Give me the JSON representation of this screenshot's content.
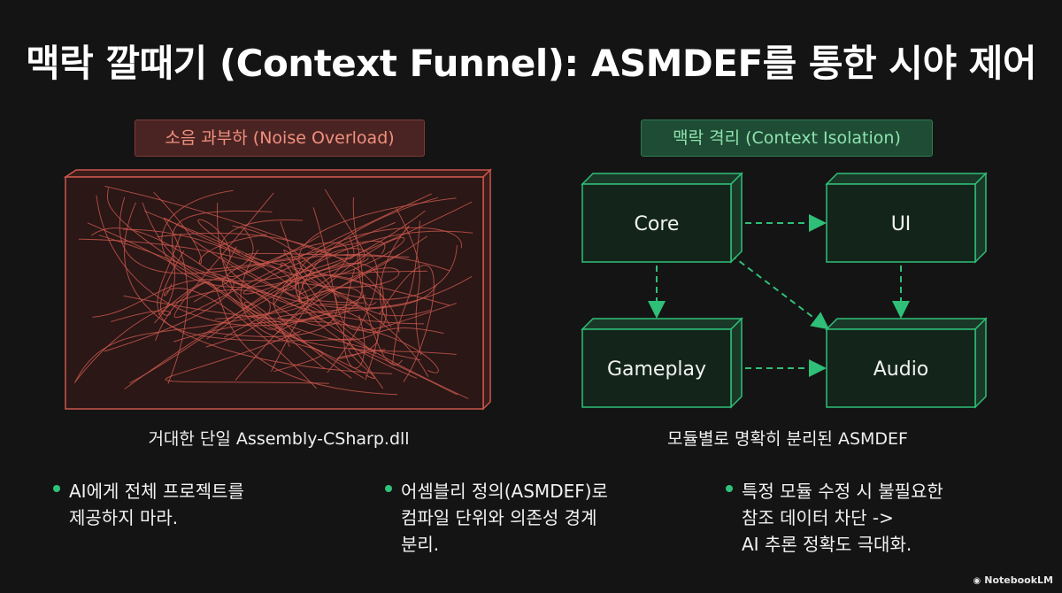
{
  "title": "맥락 깔때기 (Context Funnel): ASMDEF를 통한 시야 제어",
  "left_panel": {
    "label": "소음 과부하 (Noise Overload)",
    "caption": "거대한 단일 Assembly-CSharp.dll",
    "colors": {
      "stroke": "#c9574c",
      "fill": "#2a1716",
      "face": "#3a1c1a"
    }
  },
  "right_panel": {
    "label": "맥락 격리 (Context Isolation)",
    "caption": "모듈별로 명확히 분리된 ASMDEF",
    "colors": {
      "stroke": "#2fbf78",
      "fill": "#13251b",
      "face": "#1a3827"
    },
    "modules": [
      {
        "id": "core",
        "label": "Core"
      },
      {
        "id": "ui",
        "label": "UI"
      },
      {
        "id": "gameplay",
        "label": "Gameplay"
      },
      {
        "id": "audio",
        "label": "Audio"
      }
    ],
    "dependencies": [
      {
        "from": "core",
        "to": "ui"
      },
      {
        "from": "core",
        "to": "gameplay"
      },
      {
        "from": "core",
        "to": "audio"
      },
      {
        "from": "ui",
        "to": "audio"
      },
      {
        "from": "gameplay",
        "to": "audio"
      }
    ]
  },
  "bullets": [
    {
      "text": "AI에게 전체 프로젝트를\n제공하지 마라."
    },
    {
      "text": "어셈블리 정의(ASMDEF)로\n컴파일 단위와 의존성 경계\n분리."
    },
    {
      "text": "특정 모듈 수정 시 불필요한\n참조 데이터 차단 ->\nAI 추론 정확도 극대화."
    }
  ],
  "bullet_color": "#2fc37a",
  "brand": {
    "name": "NotebookLM",
    "icon": "notebooklm-logo-icon"
  }
}
